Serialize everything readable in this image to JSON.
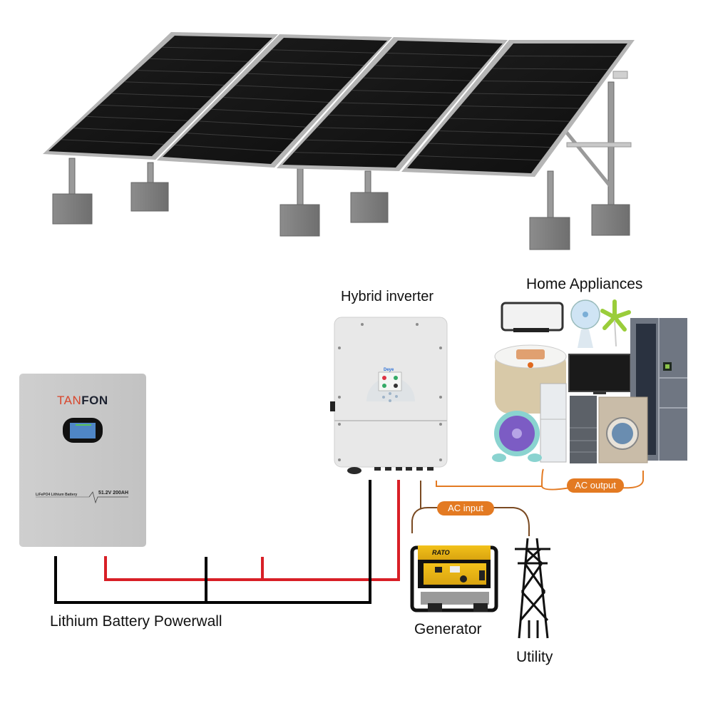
{
  "title": "Off-grid / hybrid solar power system diagram",
  "components": {
    "solar_array": {
      "name": "Solar panel array",
      "panel_count": 4
    },
    "inverter": {
      "label": "Hybrid inverter",
      "brand": "Deye"
    },
    "home_appliances": {
      "label": "Home Appliances",
      "items": [
        "Water heater",
        "Desk fan",
        "Standing fan",
        "Rice cooker",
        "Television",
        "Air conditioner",
        "Refrigerator",
        "Washing machine",
        "Double-door refrigerator",
        "Table fan"
      ]
    },
    "battery": {
      "label": "Lithium Battery Powerwall",
      "brand_part1": "TAN",
      "brand_part2": "FON",
      "chemistry": "LiFePO4 Lithium Battery",
      "spec": "51.2V 200AH"
    },
    "generator": {
      "label": "Generator",
      "brand": "RATO"
    },
    "utility": {
      "label": "Utility"
    }
  },
  "connections": {
    "ac_input": "AC input",
    "ac_output": "AC output"
  },
  "colors": {
    "dc_positive": "#d81f26",
    "dc_negative": "#000000",
    "ac_output_line": "#e37a22",
    "ac_input_line": "#7a4a22",
    "pill": "#e37a22"
  }
}
